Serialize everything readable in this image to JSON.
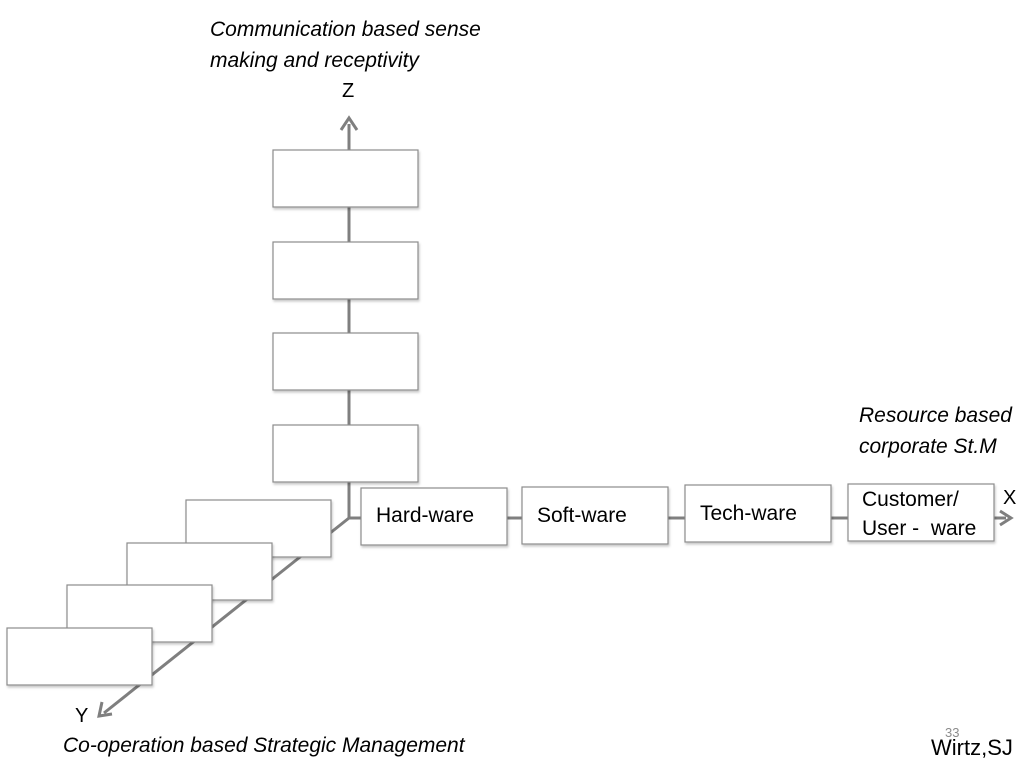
{
  "labels": {
    "z_title": "Communication based sense making and receptivity",
    "z_title_line1": "Communication based sense",
    "z_title_line2": "making and receptivity",
    "z_axis": "Z",
    "x_title_line1": "Resource based",
    "x_title_line2": "corporate St.M",
    "x_axis": "X",
    "y_axis": "Y",
    "y_title": "Co-operation based Strategic Management"
  },
  "x_boxes": [
    {
      "lines": [
        "Hard-ware"
      ]
    },
    {
      "lines": [
        "Soft-ware"
      ]
    },
    {
      "lines": [
        "Tech-ware"
      ]
    },
    {
      "lines": [
        "Customer/",
        "User -  ware"
      ]
    }
  ],
  "footer": {
    "slide_number": "33",
    "author": "Wirtz,SJ"
  },
  "colors": {
    "line": "#7f7f7f",
    "box_border": "#8c8c8c",
    "box_fill": "#ffffff",
    "text": "#000000"
  }
}
